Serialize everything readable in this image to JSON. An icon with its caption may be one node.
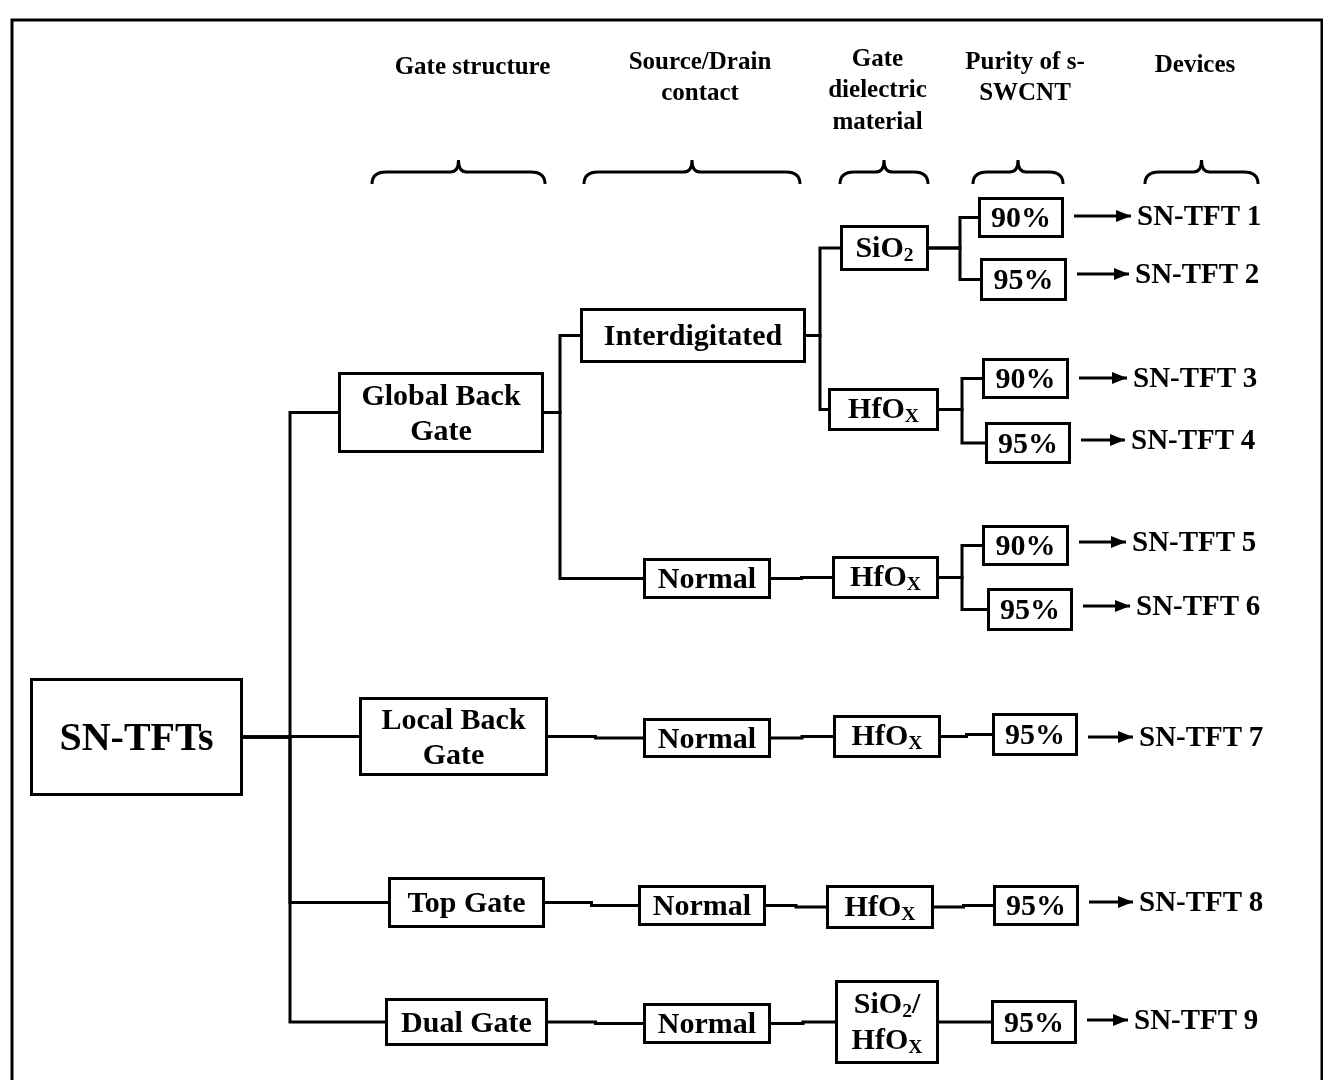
{
  "diagram": {
    "nodes": [
      {
        "text": [
          "SN-TFTs"
        ]
      },
      {
        "text": [
          "Global Back Gate"
        ]
      },
      {
        "text": [
          "Local Back Gate"
        ]
      },
      {
        "text": [
          "Top Gate"
        ]
      },
      {
        "text": [
          "Dual Gate"
        ]
      },
      {
        "text": [
          "Interdigitated"
        ]
      },
      {
        "text": [
          "Normal"
        ]
      },
      {
        "text": [
          "Normal"
        ]
      },
      {
        "text": [
          "Normal"
        ]
      },
      {
        "text": [
          "Normal"
        ]
      },
      {
        "text": [
          "SiO$_{2}$"
        ]
      },
      {
        "text": [
          "HfO$_{X}$"
        ]
      },
      {
        "text": [
          "HfO$_{X}$"
        ]
      },
      {
        "text": [
          "HfO$_{X}$"
        ]
      },
      {
        "text": [
          "HfO$_{X}$"
        ]
      },
      {
        "text": [
          "SiO$_{2}$/ HfO$_{X}$"
        ]
      },
      {
        "text": [
          "90%"
        ]
      },
      {
        "text": [
          "95%"
        ]
      },
      {
        "text": [
          "90%"
        ]
      },
      {
        "text": [
          "95%"
        ]
      },
      {
        "text": [
          "90%"
        ]
      },
      {
        "text": [
          "95%"
        ]
      },
      {
        "text": [
          "95%"
        ]
      },
      {
        "text": [
          "95%"
        ]
      },
      {
        "text": [
          "95%"
        ]
      },
      {
        "text": [
          "SN-TFT 1"
        ]
      },
      {
        "text": [
          "SN-TFT 2"
        ]
      },
      {
        "text": [
          "SN-TFT 3"
        ]
      },
      {
        "text": [
          "SN-TFT 4"
        ]
      },
      {
        "text": [
          "SN-TFT 5"
        ]
      },
      {
        "text": [
          "SN-TFT 6"
        ]
      },
      {
        "text": [
          "SN-TFT 7"
        ]
      },
      {
        "text": [
          "SN-TFT 8"
        ]
      },
      {
        "text": [
          "SN-TFT 9"
        ]
      }
    ],
    "edges": [
      {
        "from": 0,
        "to": 1,
        "arrow": "none"
      },
      {
        "from": 0,
        "to": 2,
        "arrow": "none"
      },
      {
        "from": 0,
        "to": 3,
        "arrow": "none"
      },
      {
        "from": 0,
        "to": 4,
        "arrow": "none"
      },
      {
        "from": 1,
        "to": 5,
        "arrow": "none"
      },
      {
        "from": 1,
        "to": 6,
        "arrow": "none"
      },
      {
        "from": 2,
        "to": 7,
        "arrow": "none"
      },
      {
        "from": 3,
        "to": 8,
        "arrow": "none"
      },
      {
        "from": 4,
        "to": 9,
        "arrow": "none"
      },
      {
        "from": 5,
        "to": 10,
        "arrow": "none"
      },
      {
        "from": 5,
        "to": 11,
        "arrow": "none"
      },
      {
        "from": 6,
        "to": 12,
        "arrow": "none"
      },
      {
        "from": 7,
        "to": 13,
        "arrow": "none"
      },
      {
        "from": 8,
        "to": 14,
        "arrow": "none"
      },
      {
        "from": 9,
        "to": 15,
        "arrow": "none"
      },
      {
        "from": 10,
        "to": 16,
        "arrow": "none"
      },
      {
        "from": 10,
        "to": 17,
        "arrow": "none"
      },
      {
        "from": 11,
        "to": 18,
        "arrow": "none"
      },
      {
        "from": 11,
        "to": 19,
        "arrow": "none"
      },
      {
        "from": 12,
        "to": 20,
        "arrow": "none"
      },
      {
        "from": 12,
        "to": 21,
        "arrow": "none"
      },
      {
        "from": 13,
        "to": 22,
        "arrow": "none"
      },
      {
        "from": 14,
        "to": 23,
        "arrow": "none"
      },
      {
        "from": 15,
        "to": 24,
        "arrow": "none"
      },
      {
        "from": 16,
        "to": 25,
        "arrow": "to"
      },
      {
        "from": 17,
        "to": 26,
        "arrow": "to"
      },
      {
        "from": 18,
        "to": 27,
        "arrow": "to"
      },
      {
        "from": 19,
        "to": 28,
        "arrow": "to"
      },
      {
        "from": 20,
        "to": 29,
        "arrow": "to"
      },
      {
        "from": 21,
        "to": 30,
        "arrow": "to"
      },
      {
        "from": 22,
        "to": 31,
        "arrow": "to"
      },
      {
        "from": 23,
        "to": 32,
        "arrow": "to"
      },
      {
        "from": 24,
        "to": 33,
        "arrow": "to"
      }
    ],
    "labels": [
      "Gate structure",
      "Source/Drain contact",
      "Gate dielectric material",
      "Purity of s-SWCNT",
      "Devices"
    ]
  }
}
